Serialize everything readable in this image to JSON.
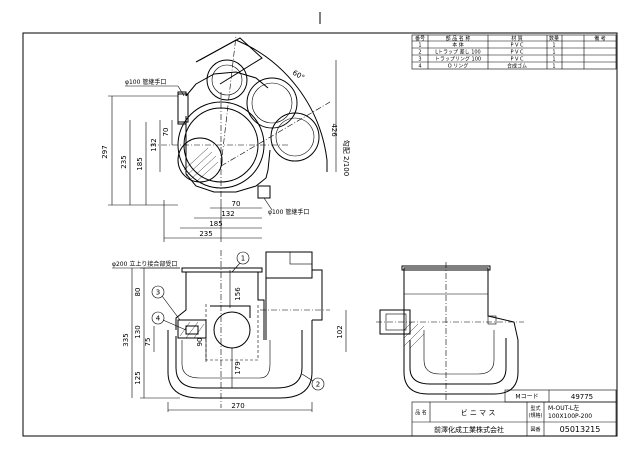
{
  "parts_table": {
    "headers": [
      "番号",
      "部 品 名 称",
      "材 質",
      "数量",
      "備 考"
    ],
    "rows": [
      [
        "1",
        "本 体",
        "P V C",
        "1",
        ""
      ],
      [
        "2",
        "Lトラップ 差し 100",
        "P V C",
        "1",
        ""
      ],
      [
        "3",
        "トラップリング 100",
        "P V C",
        "1",
        ""
      ],
      [
        "4",
        "O リング",
        "合成ゴム",
        "1",
        ""
      ]
    ]
  },
  "plan_view": {
    "label_top_pipe": "φ100 管継手口",
    "label_bottom_pipe": "φ100 管継手口",
    "angle": "60°",
    "dims": {
      "h297": "297",
      "h235": "235",
      "h185": "185",
      "h132": "132",
      "h70": "70",
      "w70": "70",
      "w132": "132",
      "w185": "185",
      "w235": "235",
      "r426": "426",
      "slope": "勾配 2/100"
    }
  },
  "front_view": {
    "label_inlet": "φ200 立上り接合部受口",
    "balloons": [
      "1",
      "2",
      "3",
      "4"
    ],
    "dims": {
      "v335": "335",
      "v80": "80",
      "v130": "130",
      "v75": "75",
      "v125": "125",
      "v156": "156",
      "v90": "90",
      "v179": "179",
      "v102": "102",
      "w270": "270"
    }
  },
  "title_block": {
    "mcode_label": "Mコード",
    "mcode_value": "49775",
    "name_label": "品 名",
    "name_value": "ビ ニ マ ス",
    "model_label": "型式",
    "model_label2": "(規格)",
    "model_value1": "M-OUT-L左",
    "model_value2": "100X100P-200",
    "company": "前澤化成工業株式会社",
    "drawing_no_label": "図番",
    "drawing_no": "05013215"
  }
}
